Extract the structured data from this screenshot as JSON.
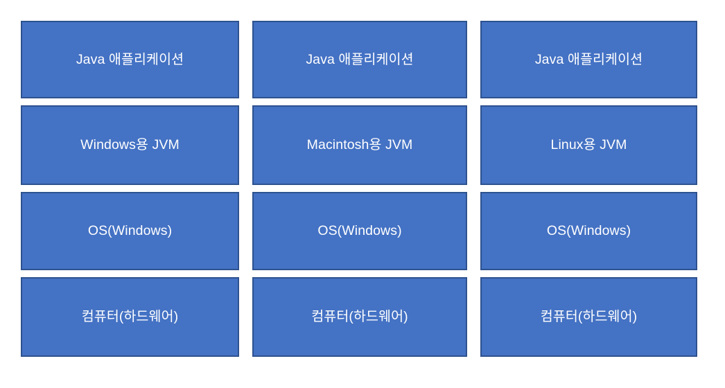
{
  "diagram": {
    "type": "layered-stack-grid",
    "background_color": "#FFFFFF",
    "box_fill_color": "#4472C4",
    "box_border_color": "#2E528F",
    "text_color": "#FFFFFF",
    "columns": 3,
    "rows": 4,
    "cells": [
      [
        {
          "label": "Java 애플리케이션"
        },
        {
          "label": "Java 애플리케이션"
        },
        {
          "label": "Java 애플리케이션"
        }
      ],
      [
        {
          "label": "Windows용 JVM"
        },
        {
          "label": "Macintosh용 JVM"
        },
        {
          "label": "Linux용 JVM"
        }
      ],
      [
        {
          "label": "OS(Windows)"
        },
        {
          "label": "OS(Windows)"
        },
        {
          "label": "OS(Windows)"
        }
      ],
      [
        {
          "label": "컴퓨터(하드웨어)"
        },
        {
          "label": "컴퓨터(하드웨어)"
        },
        {
          "label": "컴퓨터(하드웨어)"
        }
      ]
    ]
  }
}
